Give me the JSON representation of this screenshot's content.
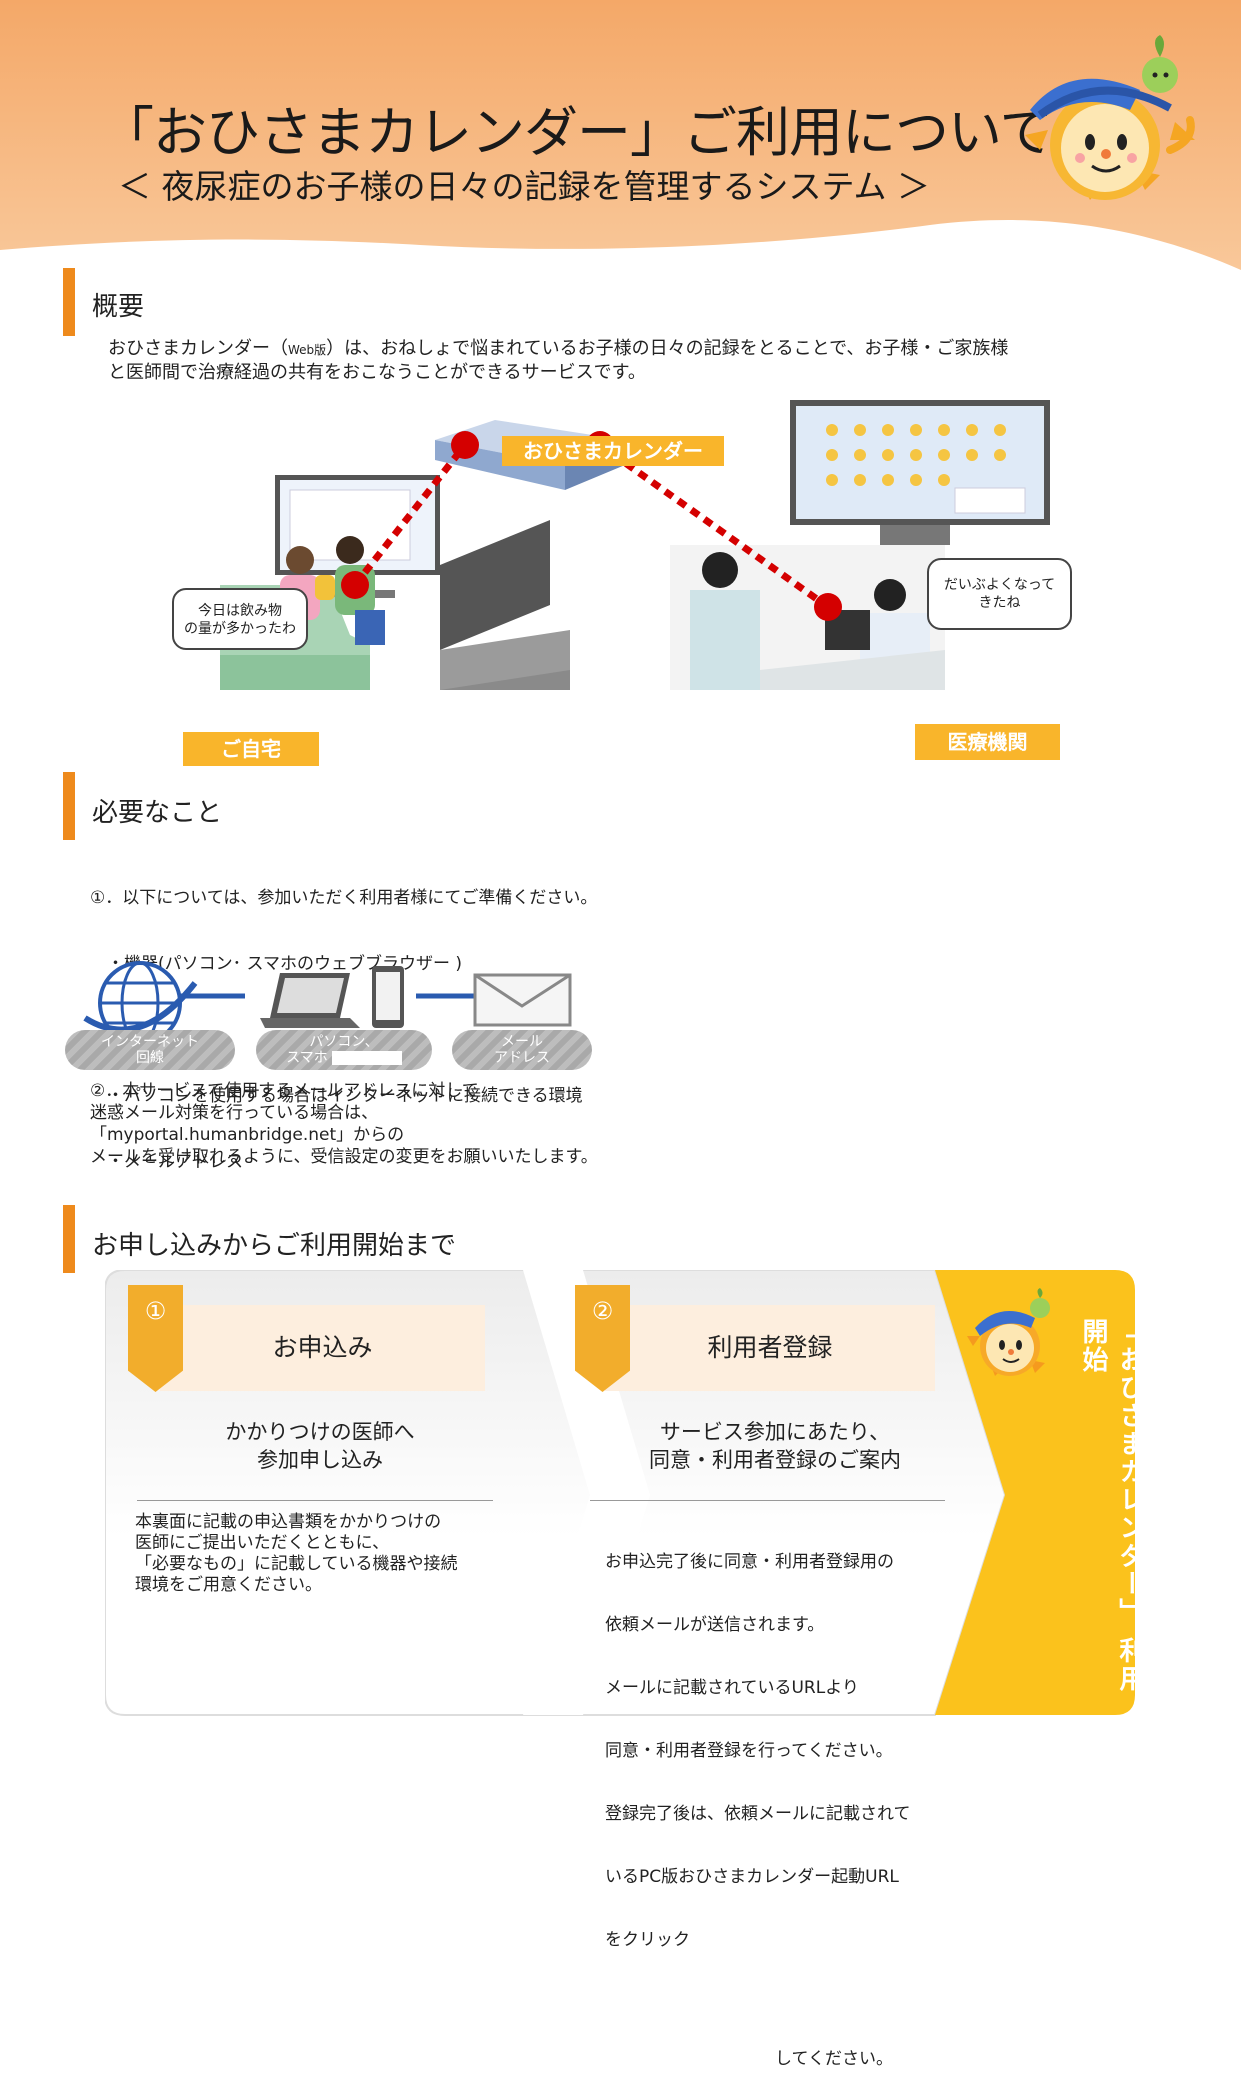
{
  "header": {
    "title": "「おひさまカレンダー」ご利用について",
    "subtitle": "＜ 夜尿症のお子様の日々の記録を管理するシステム ＞"
  },
  "overview": {
    "heading": "概要",
    "line1_pre": "おひさまカレンダー（",
    "line1_web": "Web版",
    "line1_post": "）は、おねしょで悩まれているお子様の日々の記録をとることで、お子様・ご家族様",
    "line2": "と医師間で治療経過の共有をおこなうことができるサービスです。"
  },
  "illustration": {
    "service_label": "おひさまカレンダー",
    "home_label": "ご自宅",
    "clinic_label": "医療機関",
    "bubble_home": [
      "今日は飲み物",
      "の量が多かったわ"
    ],
    "bubble_doctor": [
      "だいぶよくなって",
      "きたね"
    ]
  },
  "requirements": {
    "heading": "必要なこと",
    "lines": [
      "①．以下については、参加いただく利用者様にてご準備ください。",
      "　・機器(パソコン･ スマホのウェブブラウザー )",
      "",
      "　・パソコンを使用する場合はインターネットに接続できる環境",
      "　・メールアドレス"
    ],
    "pill_internet": [
      "インターネット",
      "回線"
    ],
    "pill_device": [
      "パソコン、",
      "スマホ"
    ],
    "pill_mail": [
      "メール",
      "アドレス"
    ],
    "lines2": [
      "②．本サービスで使用するメールアドレスに対して",
      "迷惑メール対策を行っている場合は、",
      "「myportal.humanbridge.net」からの",
      "メールを受け取れるように、受信設定の変更をお願いいたします。"
    ]
  },
  "flow": {
    "heading": "お申し込みからご利用開始まで",
    "step1": {
      "num": "①",
      "title": "お申込み",
      "main": [
        "かかりつけの医師へ",
        "参加申し込み"
      ],
      "desc": [
        "本裏面に記載の申込書類をかかりつけの",
        "医師にご提出いただくとともに、",
        "「必要なもの」に記載している機器や接続",
        "環境をご用意ください。"
      ]
    },
    "step2": {
      "num": "②",
      "title": "利用者登録",
      "main": [
        "サービス参加にあたり、",
        "同意・利用者登録のご案内"
      ],
      "desc": [
        "お申込完了後に同意・利用者登録用の",
        "依頼メールが送信されます。",
        "メールに記載されているURLより",
        "同意・利用者登録を行ってください。",
        "登録完了後は、依頼メールに記載されて",
        "いるPC版おひさまカレンダー起動URL",
        "をクリック",
        "",
        "　　　　　　　　　　してください。"
      ]
    },
    "final": "「おひさまカレンダー」 利用開始"
  },
  "colors": {
    "accent": "#ee8a1c",
    "yellow": "#f9b52b",
    "header_orange": "#f6b47c",
    "dots": "#d40000"
  }
}
